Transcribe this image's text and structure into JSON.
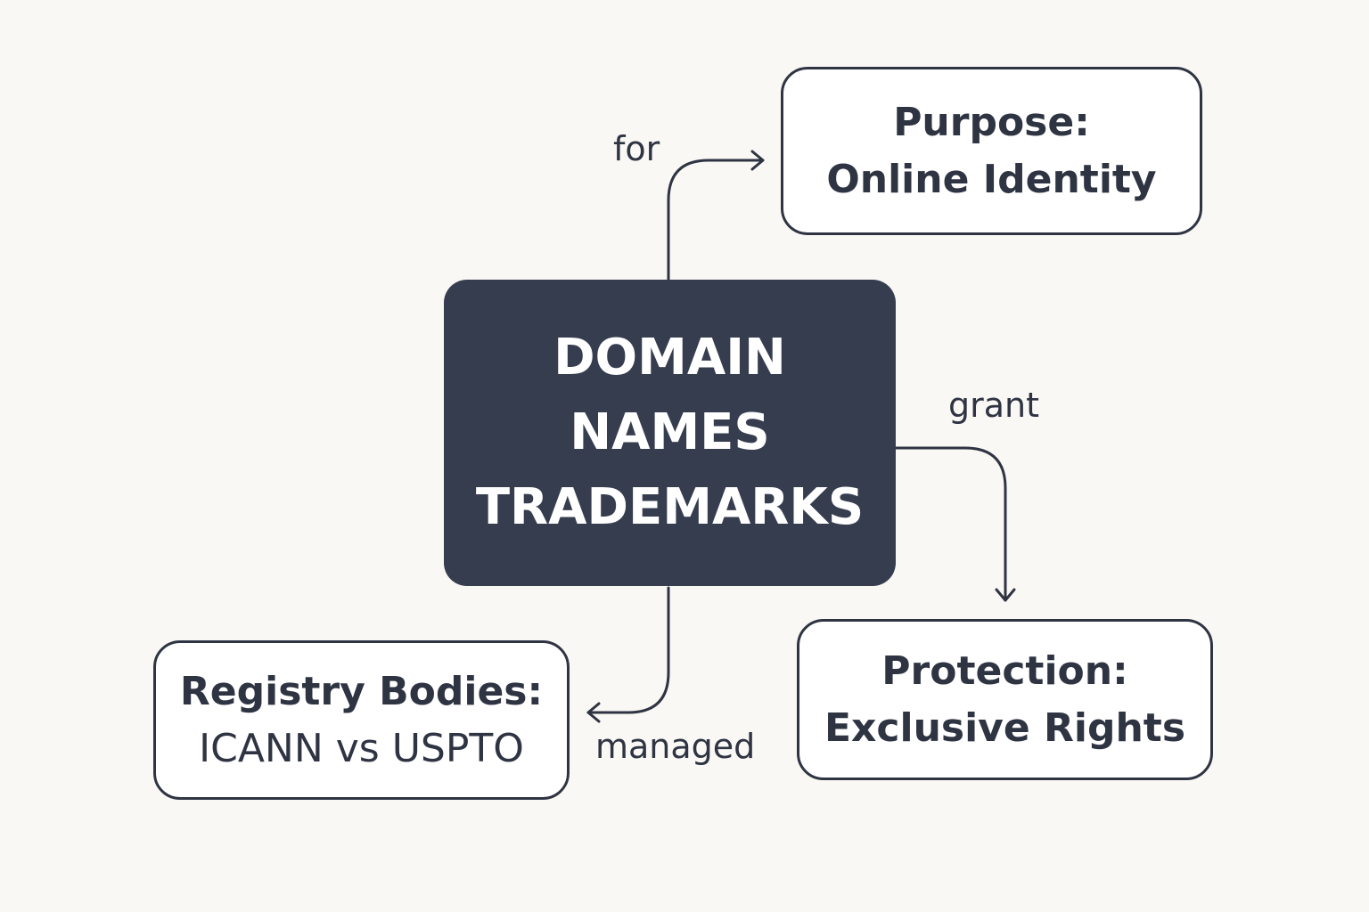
{
  "central": {
    "lines": [
      "DOMAIN",
      "NAMES",
      "TRADEMARKS"
    ]
  },
  "nodes": {
    "purpose": {
      "line1": "Purpose:",
      "line2": "Online Identity"
    },
    "protection": {
      "line1": "Protection:",
      "line2": "Exclusive Rights"
    },
    "registry": {
      "line1": "Registry Bodies:",
      "line2": "ICANN vs USPTO"
    }
  },
  "edges": {
    "for": "for",
    "grant": "grant",
    "managed": "managed"
  },
  "colors": {
    "background": "#faf8f4",
    "central_fill": "#363d4f",
    "ink": "#2f3443"
  }
}
